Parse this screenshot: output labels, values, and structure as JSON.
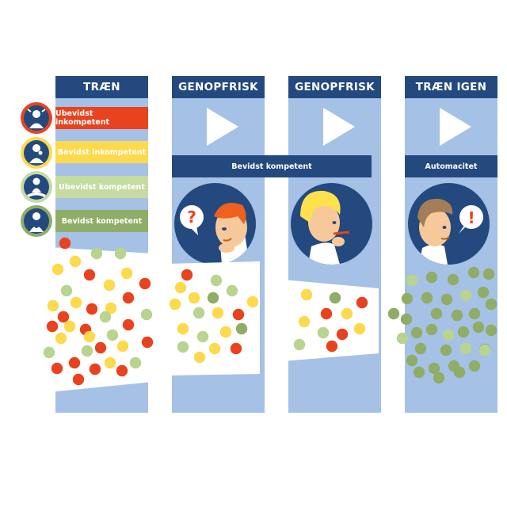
{
  "columns": [
    {
      "title": "TRÆN"
    },
    {
      "title": "GENOPFRISK"
    },
    {
      "title": "GENOPFRISK"
    },
    {
      "title": "TRÆN IGEN"
    }
  ],
  "bands": {
    "bevidst": "Bevidst kompetent",
    "automacitet": "Automacitet"
  },
  "legend": [
    {
      "label": "Ubevidst inkompetent",
      "color": "#e8431e",
      "icon": "person-frustrated-icon"
    },
    {
      "label": "Bevidst inkompetent",
      "color": "#fdd94c",
      "icon": "person-thinking-icon"
    },
    {
      "label": "Ubevidst kompetent",
      "color": "#c5dba1",
      "icon": "person-meditating-icon"
    },
    {
      "label": "Bevidst kompetent",
      "color": "#8fad66",
      "icon": "person-confident-icon"
    }
  ],
  "colors": {
    "red": "#e8431e",
    "yellow": "#fdd94c",
    "light_green": "#b8d48f",
    "dark_green": "#8fad66",
    "navy": "#23497e",
    "column": "#a6c1e6"
  },
  "speech": {
    "question": "?",
    "exclamation": "!"
  }
}
